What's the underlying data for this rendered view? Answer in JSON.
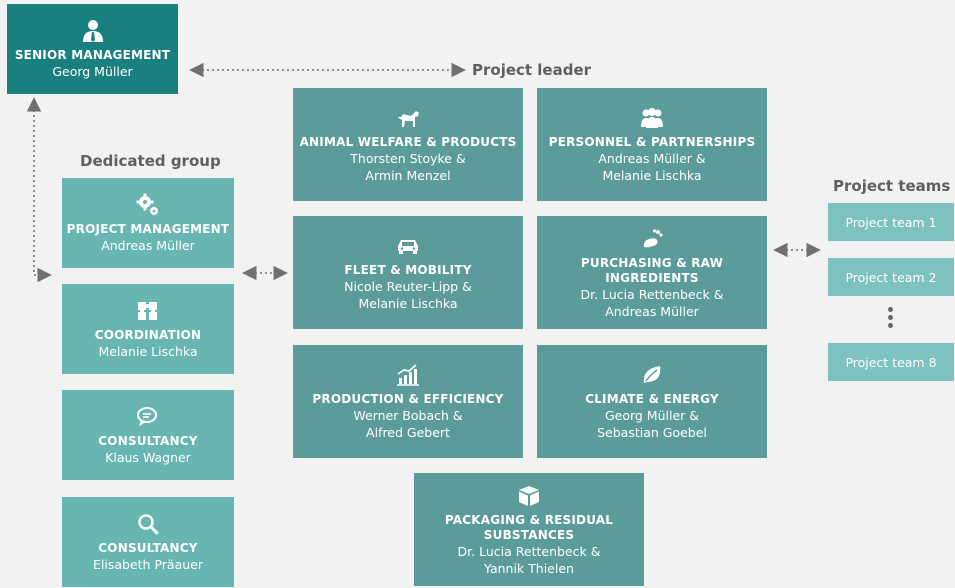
{
  "senior": {
    "title": "SENIOR MANAGEMENT",
    "name": "Georg Müller",
    "icon": "person-icon"
  },
  "project_leader_label": "Project leader",
  "dedicated_group_label": "Dedicated group",
  "project_teams_label": "Project teams",
  "dedicated": [
    {
      "title": "PROJECT MANAGEMENT",
      "name": "Andreas Müller",
      "icon": "gears-icon"
    },
    {
      "title": "COORDINATION",
      "name": "Melanie Lischka",
      "icon": "puzzle-icon"
    },
    {
      "title": "CONSULTANCY",
      "name": "Klaus Wagner",
      "icon": "chat-icon"
    },
    {
      "title": "CONSULTANCY",
      "name": "Elisabeth Präauer",
      "icon": "search-icon"
    }
  ],
  "projects": [
    {
      "title": "ANIMAL WELFARE & PRODUCTS",
      "name": "Thorsten Stoyke &\nArmin Menzel",
      "icon": "dog-icon"
    },
    {
      "title": "PERSONNEL & PARTNERSHIPS",
      "name": "Andreas Müller &\nMelanie Lischka",
      "icon": "people-icon"
    },
    {
      "title": "FLEET & MOBILITY",
      "name": "Nicole Reuter-Lipp &\nMelanie Lischka",
      "icon": "car-icon"
    },
    {
      "title": "PURCHASING & RAW INGREDIENTS",
      "name": "Dr. Lucia Rettenbeck &\nAndreas Müller",
      "icon": "footprint-icon"
    },
    {
      "title": "PRODUCTION & EFFICIENCY",
      "name": "Werner Bobach &\nAlfred Gebert",
      "icon": "growth-chart-icon"
    },
    {
      "title": "CLIMATE & ENERGY",
      "name": "Georg Müller &\nSebastian Goebel",
      "icon": "leaf-icon"
    },
    {
      "title": "PACKAGING & RESIDUAL SUBSTANCES",
      "name": "Dr. Lucia Rettenbeck &\nYannik Thielen",
      "icon": "box-icon"
    }
  ],
  "teams": [
    "Project team 1",
    "Project team 2",
    "Project team 8"
  ],
  "colors": {
    "senior": "#1a7f7f",
    "project": "#5b9c9a",
    "dedicated": "#68b6b2",
    "team": "#7ec2bf",
    "connector": "#707070"
  }
}
